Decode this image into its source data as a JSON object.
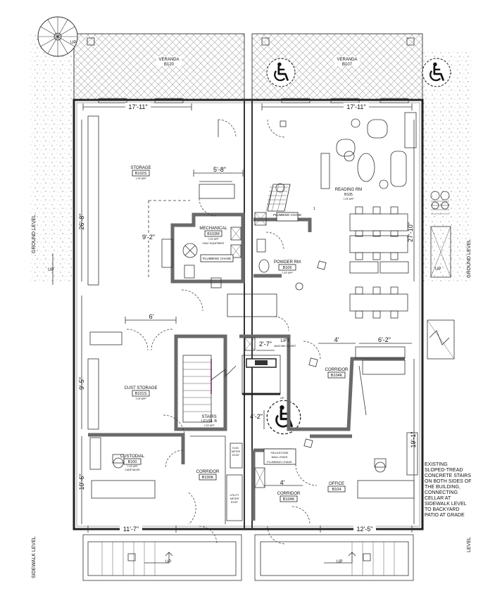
{
  "rooms": {
    "veranda_1": {
      "name": "VERANDA",
      "num": "B120"
    },
    "veranda_2": {
      "name": "VERANDA",
      "num": "B107"
    },
    "storage": {
      "name": "STORAGE",
      "num": "B102S",
      "area": "7-SF APP"
    },
    "mechanical": {
      "name": "MECHANICAL",
      "num": "B102M",
      "area": "7-SF APP",
      "note": "HVAC EQUIPMENT"
    },
    "plumbing_chase_1": {
      "name": "PLUMBING CHASE"
    },
    "plumbing_chase_2": {
      "name": "PLUMBING CHASE"
    },
    "plumbing_chase_3": {
      "name": "PLUMBING CHASE"
    },
    "powder_rm": {
      "name": "POWDER RM",
      "num": "B106",
      "area": "7-SF APP"
    },
    "reading_rm": {
      "name": "READING RM",
      "num": "B105",
      "area": "7-SF APP"
    },
    "lift_machine": {
      "name": "LIFT",
      "sub": "MACHINE CLOSET"
    },
    "corridor_b104k": {
      "name": "CORRIDOR",
      "num": "B104K"
    },
    "cust_storage": {
      "name": "CUST STORAGE",
      "num": "B101S",
      "area": "7-SF APP"
    },
    "stairs": {
      "name": "STAIRS",
      "num": "LEVEL B",
      "area": "7-SF APP"
    },
    "custodial": {
      "name": "CUSTODIAL",
      "num": "B100",
      "area": "7-SF APP",
      "note": "CARETAKER"
    },
    "corridor_b100k": {
      "name": "CORRIDOR",
      "num": "B100K"
    },
    "elec_meter": {
      "line1": "ELEC",
      "line2": "METER",
      "line3": "EXIST"
    },
    "utility_meter": {
      "line1": "UTILITY",
      "line2": "METER",
      "line3": "EXIST"
    },
    "fieldstone": {
      "line1": "FIELDSTONE",
      "line2": "WALL ENDS"
    },
    "corridor_b104k_2": {
      "name": "CORRIDOR",
      "num": "B104K"
    },
    "office": {
      "name": "OFFICE",
      "num": "B104"
    }
  },
  "dimensions": {
    "top_left": "17'-11\"",
    "top_right": "17'-11\"",
    "mech_width": "5'-8\"",
    "mech_height": "9'-2\"",
    "left_upper": "26'-8\"",
    "right_upper": "27'-10\"",
    "cust_width": "6'",
    "lift_width": "2'-7\"",
    "corr_4a": "4'",
    "corr_6_2": "6'-2\"",
    "left_mid": "9'-5\"",
    "stair_4_2": "4'-2\"",
    "right_mid": "19'-1\"",
    "left_low": "10'-6\"",
    "corr_4b": "4'",
    "bottom_left": "11'-7\"",
    "bottom_right": "12'-5\""
  },
  "labels": {
    "ground_level_left": "GROUND LEVEL",
    "ground_level_right": "GROUND LEVEL",
    "sidewalk_level_left": "SIDEWALK LEVEL",
    "sidewalk_level_right": "LEVEL",
    "up": "UP",
    "tag_1": "1",
    "existing_note": [
      "EXISTING",
      "SLOPED-TREAD",
      "CONCRETE STAIRS",
      "ON BOTH SIDES OF",
      "THE BUILDING,",
      "CONNECTING",
      "CELLAR AT",
      "SIDEWALK LEVEL",
      "TO BACKYARD",
      "PATIO AT GRADE"
    ]
  },
  "icons": [
    "accessibility-icon",
    "spiral-stair-icon",
    "bicycle-rack-icon",
    "elevator-icon"
  ]
}
